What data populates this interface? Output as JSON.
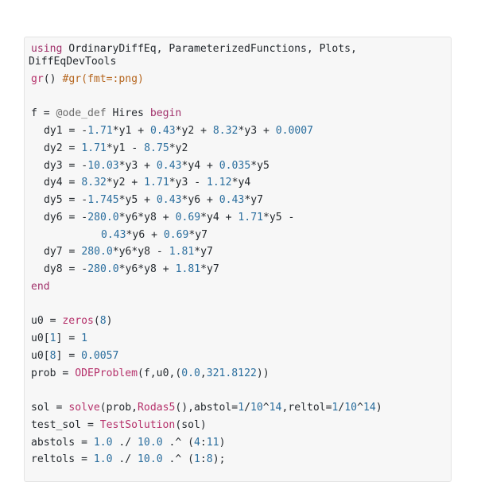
{
  "code": {
    "lines": [
      {
        "indent": 0,
        "tokens": [
          {
            "t": "using",
            "k": "kw"
          },
          {
            "t": " OrdinaryDiffEq, ParameterizedFunctions, Plots,",
            "k": "id"
          }
        ]
      },
      {
        "indent": 0,
        "tokens": [
          {
            "t": "DiffEqDevTools",
            "k": "id"
          }
        ],
        "wrap_left": true
      },
      {
        "indent": 0,
        "tokens": [
          {
            "t": "gr",
            "k": "fn"
          },
          {
            "t": "() ",
            "k": "id"
          },
          {
            "t": "#gr(fmt=:png)",
            "k": "cmt"
          }
        ]
      },
      {
        "indent": 0,
        "tokens": []
      },
      {
        "indent": 0,
        "tokens": [
          {
            "t": "f = ",
            "k": "id"
          },
          {
            "t": "@",
            "k": "macro"
          },
          {
            "t": "ode_def",
            "k": "macro"
          },
          {
            "t": " Hires ",
            "k": "id"
          },
          {
            "t": "begin",
            "k": "kw"
          }
        ]
      },
      {
        "indent": 1,
        "tokens": [
          {
            "t": "dy1 = -",
            "k": "id"
          },
          {
            "t": "1.71",
            "k": "num"
          },
          {
            "t": "*y1 + ",
            "k": "id"
          },
          {
            "t": "0.43",
            "k": "num"
          },
          {
            "t": "*y2 + ",
            "k": "id"
          },
          {
            "t": "8.32",
            "k": "num"
          },
          {
            "t": "*y3 + ",
            "k": "id"
          },
          {
            "t": "0.0007",
            "k": "num"
          }
        ]
      },
      {
        "indent": 1,
        "tokens": [
          {
            "t": "dy2 = ",
            "k": "id"
          },
          {
            "t": "1.71",
            "k": "num"
          },
          {
            "t": "*y1 - ",
            "k": "id"
          },
          {
            "t": "8.75",
            "k": "num"
          },
          {
            "t": "*y2",
            "k": "id"
          }
        ]
      },
      {
        "indent": 1,
        "tokens": [
          {
            "t": "dy3 = -",
            "k": "id"
          },
          {
            "t": "10.03",
            "k": "num"
          },
          {
            "t": "*y3 + ",
            "k": "id"
          },
          {
            "t": "0.43",
            "k": "num"
          },
          {
            "t": "*y4 + ",
            "k": "id"
          },
          {
            "t": "0.035",
            "k": "num"
          },
          {
            "t": "*y5",
            "k": "id"
          }
        ]
      },
      {
        "indent": 1,
        "tokens": [
          {
            "t": "dy4 = ",
            "k": "id"
          },
          {
            "t": "8.32",
            "k": "num"
          },
          {
            "t": "*y2 + ",
            "k": "id"
          },
          {
            "t": "1.71",
            "k": "num"
          },
          {
            "t": "*y3 - ",
            "k": "id"
          },
          {
            "t": "1.12",
            "k": "num"
          },
          {
            "t": "*y4",
            "k": "id"
          }
        ]
      },
      {
        "indent": 1,
        "tokens": [
          {
            "t": "dy5 = -",
            "k": "id"
          },
          {
            "t": "1.745",
            "k": "num"
          },
          {
            "t": "*y5 + ",
            "k": "id"
          },
          {
            "t": "0.43",
            "k": "num"
          },
          {
            "t": "*y6 + ",
            "k": "id"
          },
          {
            "t": "0.43",
            "k": "num"
          },
          {
            "t": "*y7",
            "k": "id"
          }
        ]
      },
      {
        "indent": 1,
        "tokens": [
          {
            "t": "dy6 = -",
            "k": "id"
          },
          {
            "t": "280.0",
            "k": "num"
          },
          {
            "t": "*y6*y8 + ",
            "k": "id"
          },
          {
            "t": "0.69",
            "k": "num"
          },
          {
            "t": "*y4 + ",
            "k": "id"
          },
          {
            "t": "1.71",
            "k": "num"
          },
          {
            "t": "*y5 -",
            "k": "id"
          }
        ]
      },
      {
        "indent": 2,
        "tokens": [
          {
            "t": "0.43",
            "k": "num"
          },
          {
            "t": "*y6 + ",
            "k": "id"
          },
          {
            "t": "0.69",
            "k": "num"
          },
          {
            "t": "*y7",
            "k": "id"
          }
        ]
      },
      {
        "indent": 1,
        "tokens": [
          {
            "t": "dy7 = ",
            "k": "id"
          },
          {
            "t": "280.0",
            "k": "num"
          },
          {
            "t": "*y6*y8 - ",
            "k": "id"
          },
          {
            "t": "1.81",
            "k": "num"
          },
          {
            "t": "*y7",
            "k": "id"
          }
        ]
      },
      {
        "indent": 1,
        "tokens": [
          {
            "t": "dy8 = -",
            "k": "id"
          },
          {
            "t": "280.0",
            "k": "num"
          },
          {
            "t": "*y6*y8 + ",
            "k": "id"
          },
          {
            "t": "1.81",
            "k": "num"
          },
          {
            "t": "*y7",
            "k": "id"
          }
        ]
      },
      {
        "indent": 0,
        "tokens": [
          {
            "t": "end",
            "k": "kw"
          }
        ]
      },
      {
        "indent": 0,
        "tokens": []
      },
      {
        "indent": 0,
        "tokens": [
          {
            "t": "u0 = ",
            "k": "id"
          },
          {
            "t": "zeros",
            "k": "fn"
          },
          {
            "t": "(",
            "k": "id"
          },
          {
            "t": "8",
            "k": "num"
          },
          {
            "t": ")",
            "k": "id"
          }
        ]
      },
      {
        "indent": 0,
        "tokens": [
          {
            "t": "u0[",
            "k": "id"
          },
          {
            "t": "1",
            "k": "num"
          },
          {
            "t": "] = ",
            "k": "id"
          },
          {
            "t": "1",
            "k": "num"
          }
        ]
      },
      {
        "indent": 0,
        "tokens": [
          {
            "t": "u0[",
            "k": "id"
          },
          {
            "t": "8",
            "k": "num"
          },
          {
            "t": "] = ",
            "k": "id"
          },
          {
            "t": "0.0057",
            "k": "num"
          }
        ]
      },
      {
        "indent": 0,
        "tokens": [
          {
            "t": "prob = ",
            "k": "id"
          },
          {
            "t": "ODEProblem",
            "k": "fn"
          },
          {
            "t": "(f,u0,(",
            "k": "id"
          },
          {
            "t": "0.0",
            "k": "num"
          },
          {
            "t": ",",
            "k": "id"
          },
          {
            "t": "321.8122",
            "k": "num"
          },
          {
            "t": "))",
            "k": "id"
          }
        ]
      },
      {
        "indent": 0,
        "tokens": []
      },
      {
        "indent": 0,
        "tokens": [
          {
            "t": "sol = ",
            "k": "id"
          },
          {
            "t": "solve",
            "k": "fn"
          },
          {
            "t": "(prob,",
            "k": "id"
          },
          {
            "t": "Rodas5",
            "k": "fn"
          },
          {
            "t": "(),abstol=",
            "k": "id"
          },
          {
            "t": "1",
            "k": "num"
          },
          {
            "t": "/",
            "k": "id"
          },
          {
            "t": "10",
            "k": "num"
          },
          {
            "t": "^",
            "k": "id"
          },
          {
            "t": "14",
            "k": "num"
          },
          {
            "t": ",reltol=",
            "k": "id"
          },
          {
            "t": "1",
            "k": "num"
          },
          {
            "t": "/",
            "k": "id"
          },
          {
            "t": "10",
            "k": "num"
          },
          {
            "t": "^",
            "k": "id"
          },
          {
            "t": "14",
            "k": "num"
          },
          {
            "t": ")",
            "k": "id"
          }
        ]
      },
      {
        "indent": 0,
        "tokens": [
          {
            "t": "test_sol = ",
            "k": "id"
          },
          {
            "t": "TestSolution",
            "k": "fn"
          },
          {
            "t": "(sol)",
            "k": "id"
          }
        ]
      },
      {
        "indent": 0,
        "tokens": [
          {
            "t": "abstols = ",
            "k": "id"
          },
          {
            "t": "1.0",
            "k": "num"
          },
          {
            "t": " ./ ",
            "k": "id"
          },
          {
            "t": "10.0",
            "k": "num"
          },
          {
            "t": " .^ (",
            "k": "id"
          },
          {
            "t": "4",
            "k": "num"
          },
          {
            "t": ":",
            "k": "id"
          },
          {
            "t": "11",
            "k": "num"
          },
          {
            "t": ")",
            "k": "id"
          }
        ]
      },
      {
        "indent": 0,
        "tokens": [
          {
            "t": "reltols = ",
            "k": "id"
          },
          {
            "t": "1.0",
            "k": "num"
          },
          {
            "t": " ./ ",
            "k": "id"
          },
          {
            "t": "10.0",
            "k": "num"
          },
          {
            "t": " .^ (",
            "k": "id"
          },
          {
            "t": "1",
            "k": "num"
          },
          {
            "t": ":",
            "k": "id"
          },
          {
            "t": "8",
            "k": "num"
          },
          {
            "t": ");",
            "k": "id"
          }
        ]
      }
    ]
  }
}
